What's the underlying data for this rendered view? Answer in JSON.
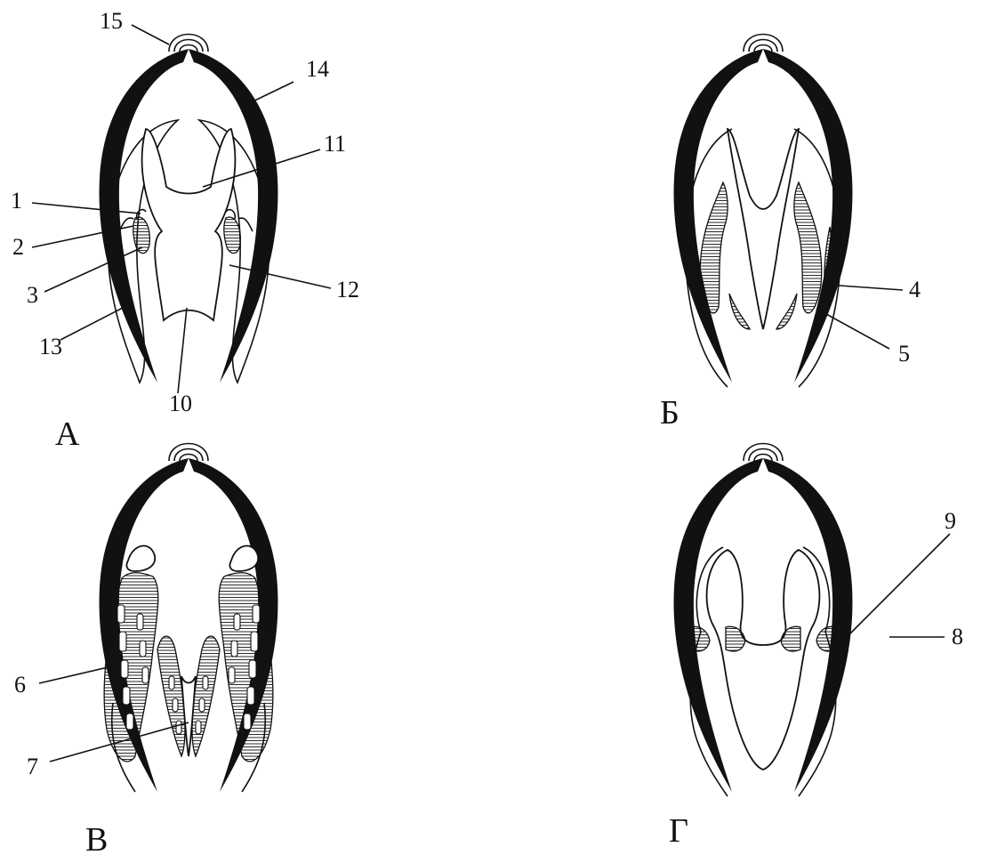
{
  "panels": [
    {
      "letter": "А",
      "labels": [
        "1",
        "2",
        "3",
        "10",
        "11",
        "12",
        "13",
        "14",
        "15"
      ]
    },
    {
      "letter": "Б",
      "labels": [
        "4",
        "5"
      ]
    },
    {
      "letter": "В",
      "labels": [
        "6",
        "7"
      ]
    },
    {
      "letter": "Г",
      "labels": [
        "8",
        "9"
      ]
    }
  ]
}
